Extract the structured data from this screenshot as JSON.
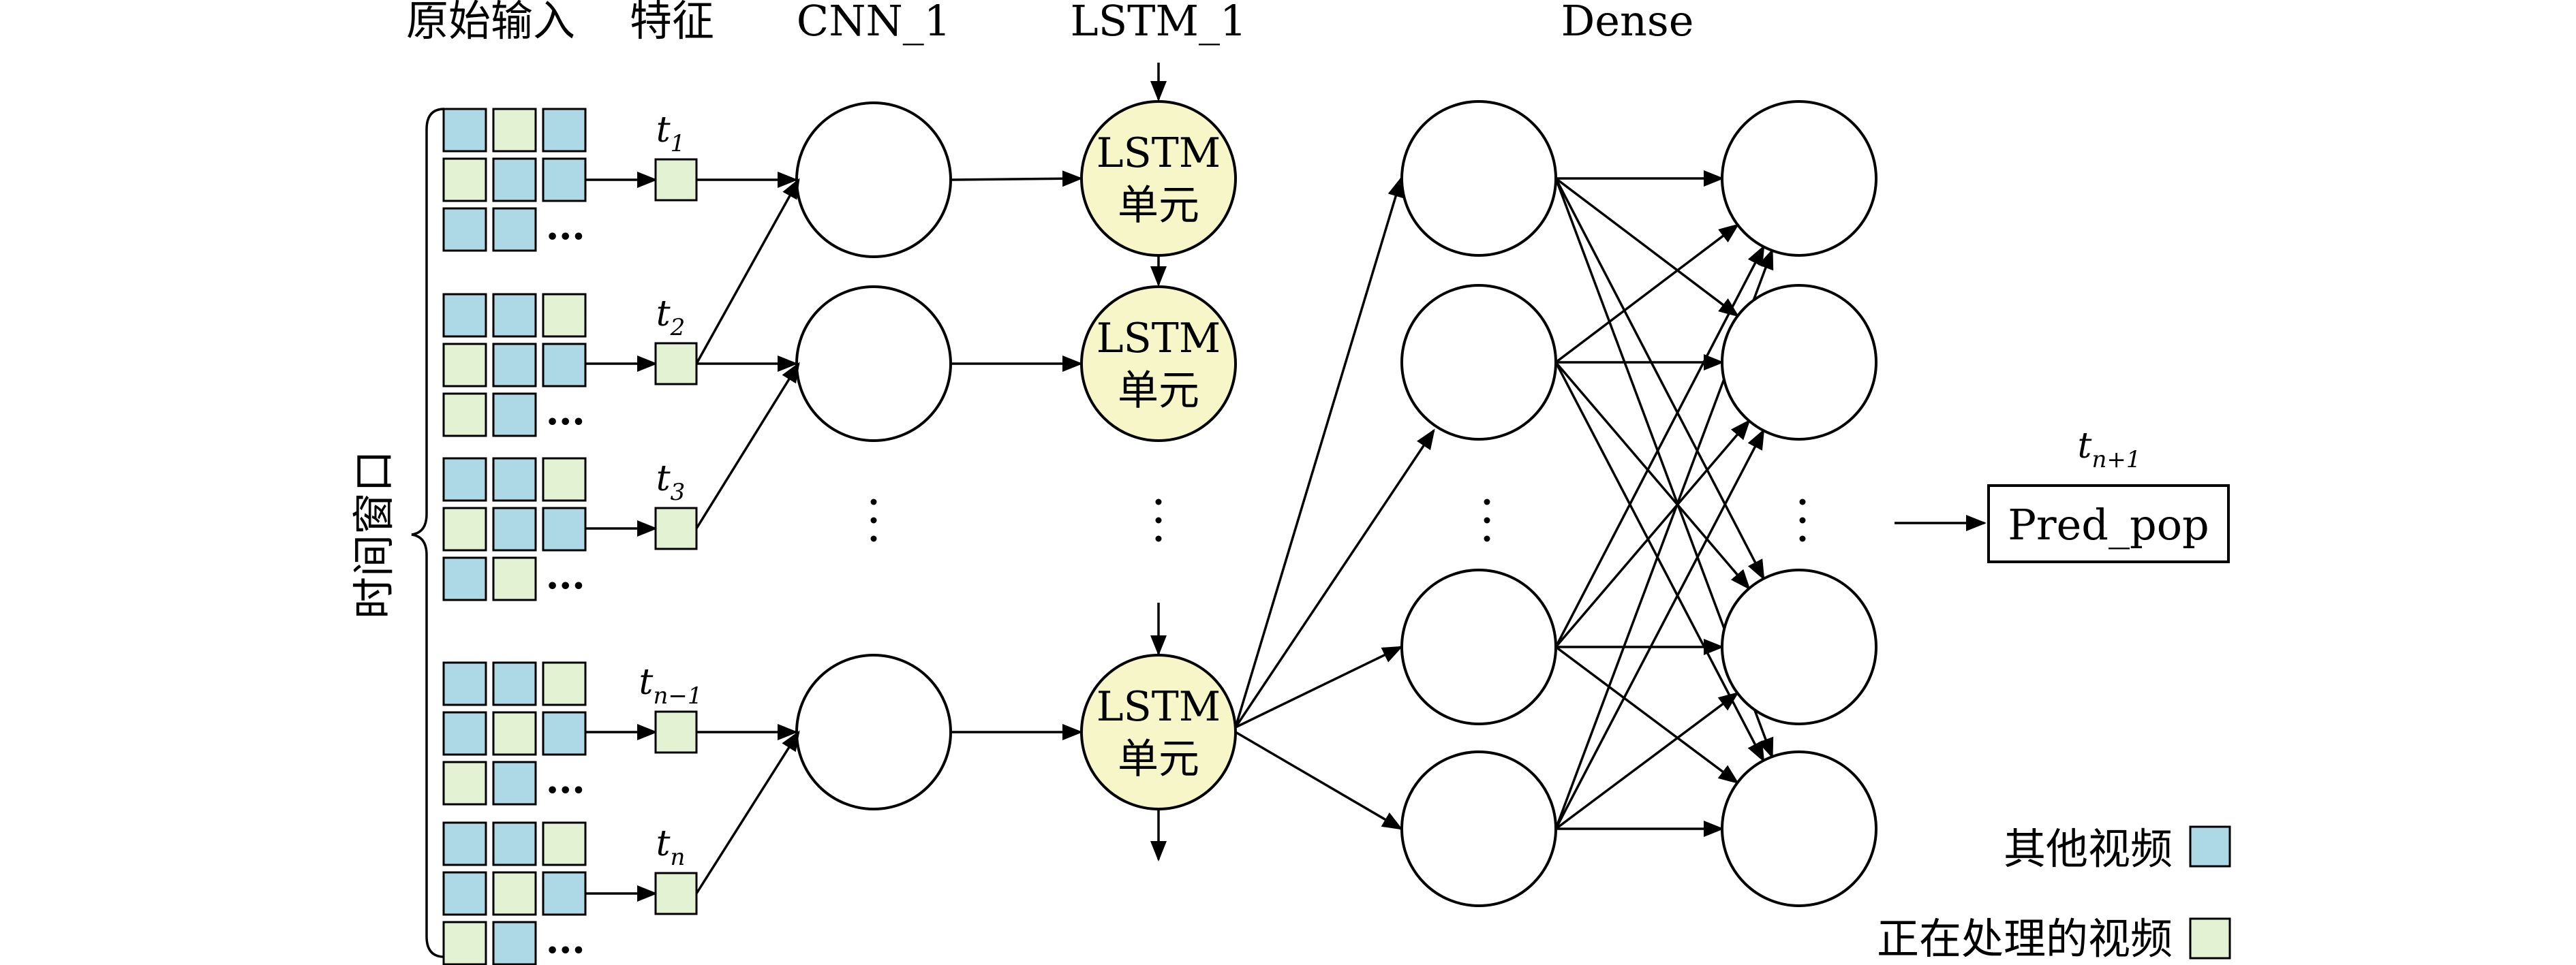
{
  "headers": {
    "raw_input": "原始输入",
    "feature": "特征",
    "cnn": "CNN_1",
    "lstm": "LSTM_1",
    "dense": "Dense"
  },
  "time_window_label": "时间窗口",
  "lstm_cell_line1": "LSTM",
  "lstm_cell_line2": "单元",
  "time_steps": [
    {
      "base": "t",
      "sub": "1"
    },
    {
      "base": "t",
      "sub": "2"
    },
    {
      "base": "t",
      "sub": "3"
    },
    {
      "base": "t",
      "sub": "n−1"
    },
    {
      "base": "t",
      "sub": "n"
    }
  ],
  "output": {
    "time_base": "t",
    "time_sub": "n+1",
    "label": "Pred_pop"
  },
  "ellipsis_glyph": "•••",
  "legend": {
    "other_videos": "其他视频",
    "processing_video": "正在处理的视频"
  },
  "grid_patterns": [
    [
      "b",
      "g",
      "b",
      "g",
      "b",
      "b",
      "b",
      "b"
    ],
    [
      "b",
      "b",
      "g",
      "g",
      "b",
      "b",
      "g",
      "b"
    ],
    [
      "b",
      "b",
      "g",
      "g",
      "b",
      "b",
      "b",
      "g"
    ],
    [
      "b",
      "b",
      "g",
      "b",
      "g",
      "b",
      "g",
      "b"
    ],
    [
      "b",
      "b",
      "g",
      "b",
      "g",
      "b",
      "g",
      "b"
    ]
  ],
  "colors": {
    "other_videos": "#add8e6",
    "processing_video": "#e3f2d3",
    "lstm_cell_fill": "#f6f6c8",
    "line": "#000000"
  }
}
